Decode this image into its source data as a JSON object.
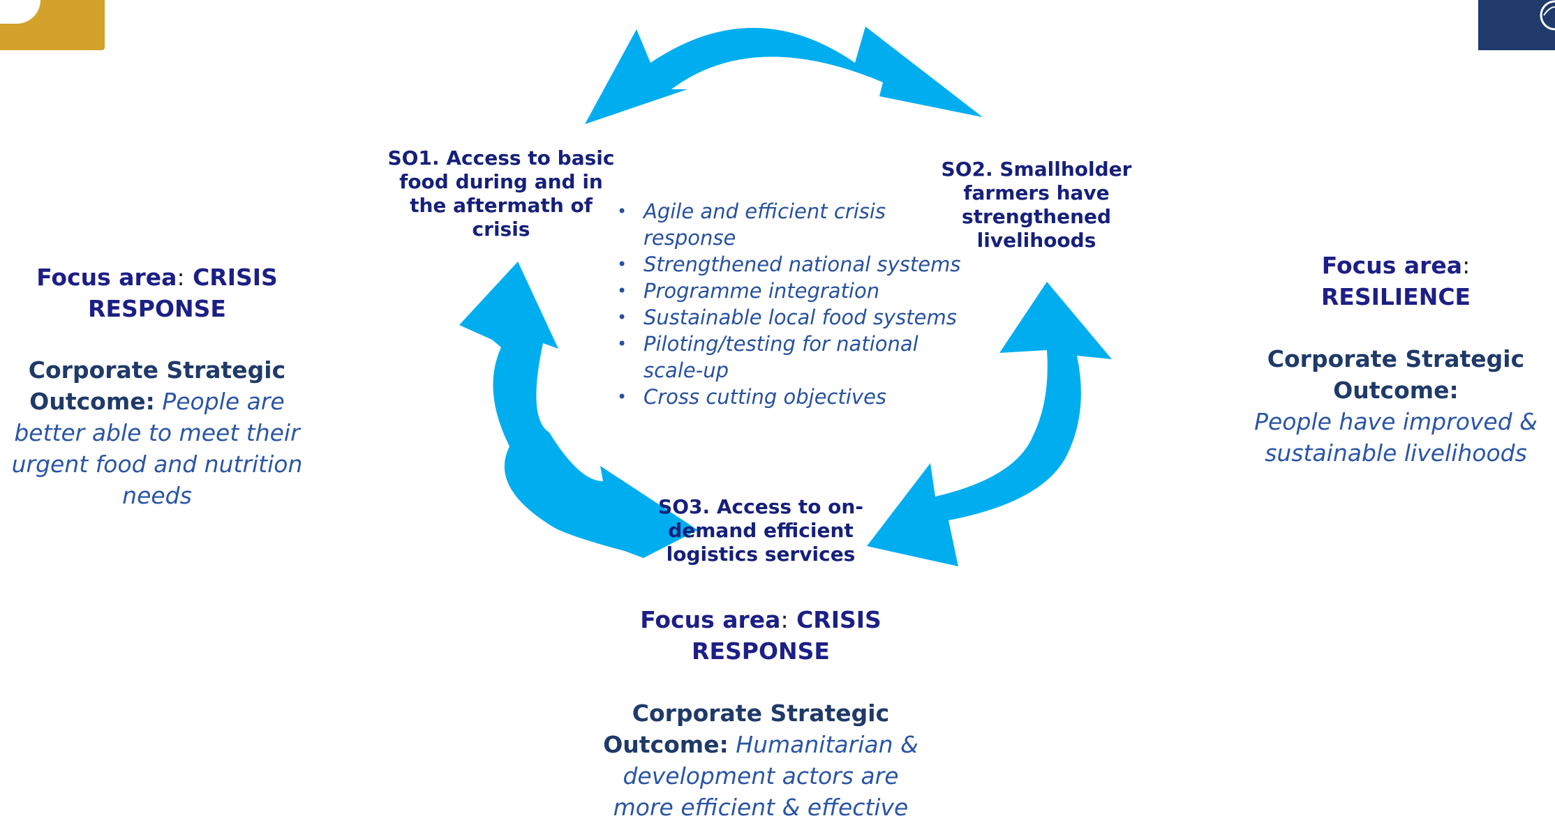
{
  "colors": {
    "arrow": "#00AEEF",
    "focus_text": "#1C1F85",
    "cso_label": "#1F3A68",
    "cso_text": "#2A55A6",
    "bullet_text": "#26519E",
    "corner_left": "#D4A22A",
    "corner_right": "#1F3A6B"
  },
  "icons": [
    "wfp-logo-fragment",
    "un-emblem-fragment",
    "double-headed-arrow"
  ],
  "diagram": {
    "so1": "SO1. Access to basic food during and in the aftermath of crisis",
    "so2": "SO2. Smallholder farmers have strengthened livelihoods",
    "so3": "SO3. Access to on-demand efficient logistics services",
    "bullets": [
      "Agile and efficient crisis response",
      "Strengthened national systems",
      "Programme integration",
      "Sustainable local food systems",
      "Piloting/testing for national scale-up",
      "Cross cutting objectives"
    ]
  },
  "left_panel": {
    "focus_label": "Focus area",
    "focus_sep": ":",
    "focus_value": "CRISIS RESPONSE",
    "cso_label": "Corporate Strategic Outcome:",
    "cso_text": "People are better able to meet their urgent food and nutrition needs"
  },
  "right_panel": {
    "focus_label": "Focus area",
    "focus_sep": ":",
    "focus_value": "RESILIENCE",
    "cso_label": "Corporate Strategic Outcome:",
    "cso_text": "People have improved & sustainable livelihoods"
  },
  "bottom_panel": {
    "focus_label": "Focus area",
    "focus_sep": ":",
    "focus_value": "CRISIS RESPONSE",
    "cso_label": "Corporate Strategic Outcome:",
    "cso_text": "Humanitarian & development actors are more efficient & effective"
  }
}
